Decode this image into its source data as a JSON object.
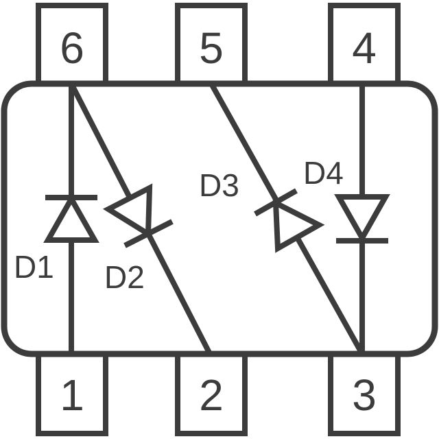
{
  "pins": [
    {
      "id": "pin-6",
      "label": "6"
    },
    {
      "id": "pin-5",
      "label": "5"
    },
    {
      "id": "pin-4",
      "label": "4"
    },
    {
      "id": "pin-1",
      "label": "1"
    },
    {
      "id": "pin-2",
      "label": "2"
    },
    {
      "id": "pin-3",
      "label": "3"
    }
  ],
  "diodes": [
    {
      "id": "D1",
      "label": "D1"
    },
    {
      "id": "D2",
      "label": "D2"
    },
    {
      "id": "D3",
      "label": "D3"
    },
    {
      "id": "D4",
      "label": "D4"
    }
  ],
  "colors": {
    "line": "#3c3c3c",
    "background": "#ffffff"
  }
}
